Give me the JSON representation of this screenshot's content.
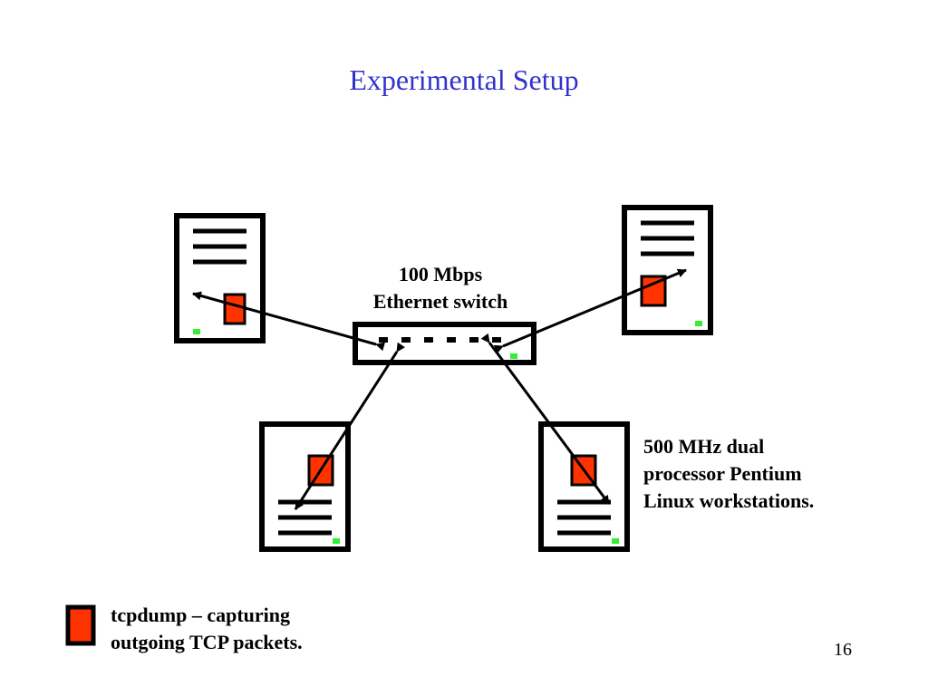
{
  "slide": {
    "title": "Experimental Setup",
    "page_number": "16"
  },
  "switch": {
    "label_line1": "100 Mbps",
    "label_line2": "Ethernet switch"
  },
  "workstations": {
    "label_line1": "500 MHz dual",
    "label_line2": "processor Pentium",
    "label_line3": "Linux workstations."
  },
  "legend": {
    "line1": "tcpdump – capturing",
    "line2": "outgoing TCP packets."
  },
  "colors": {
    "title": "#3333cc",
    "tcpdump_box": "#ff3300",
    "led": "#33ee33",
    "stroke": "#000000"
  },
  "icons": [
    "workstation-icon",
    "tcpdump-icon",
    "switch-icon",
    "arrow"
  ]
}
